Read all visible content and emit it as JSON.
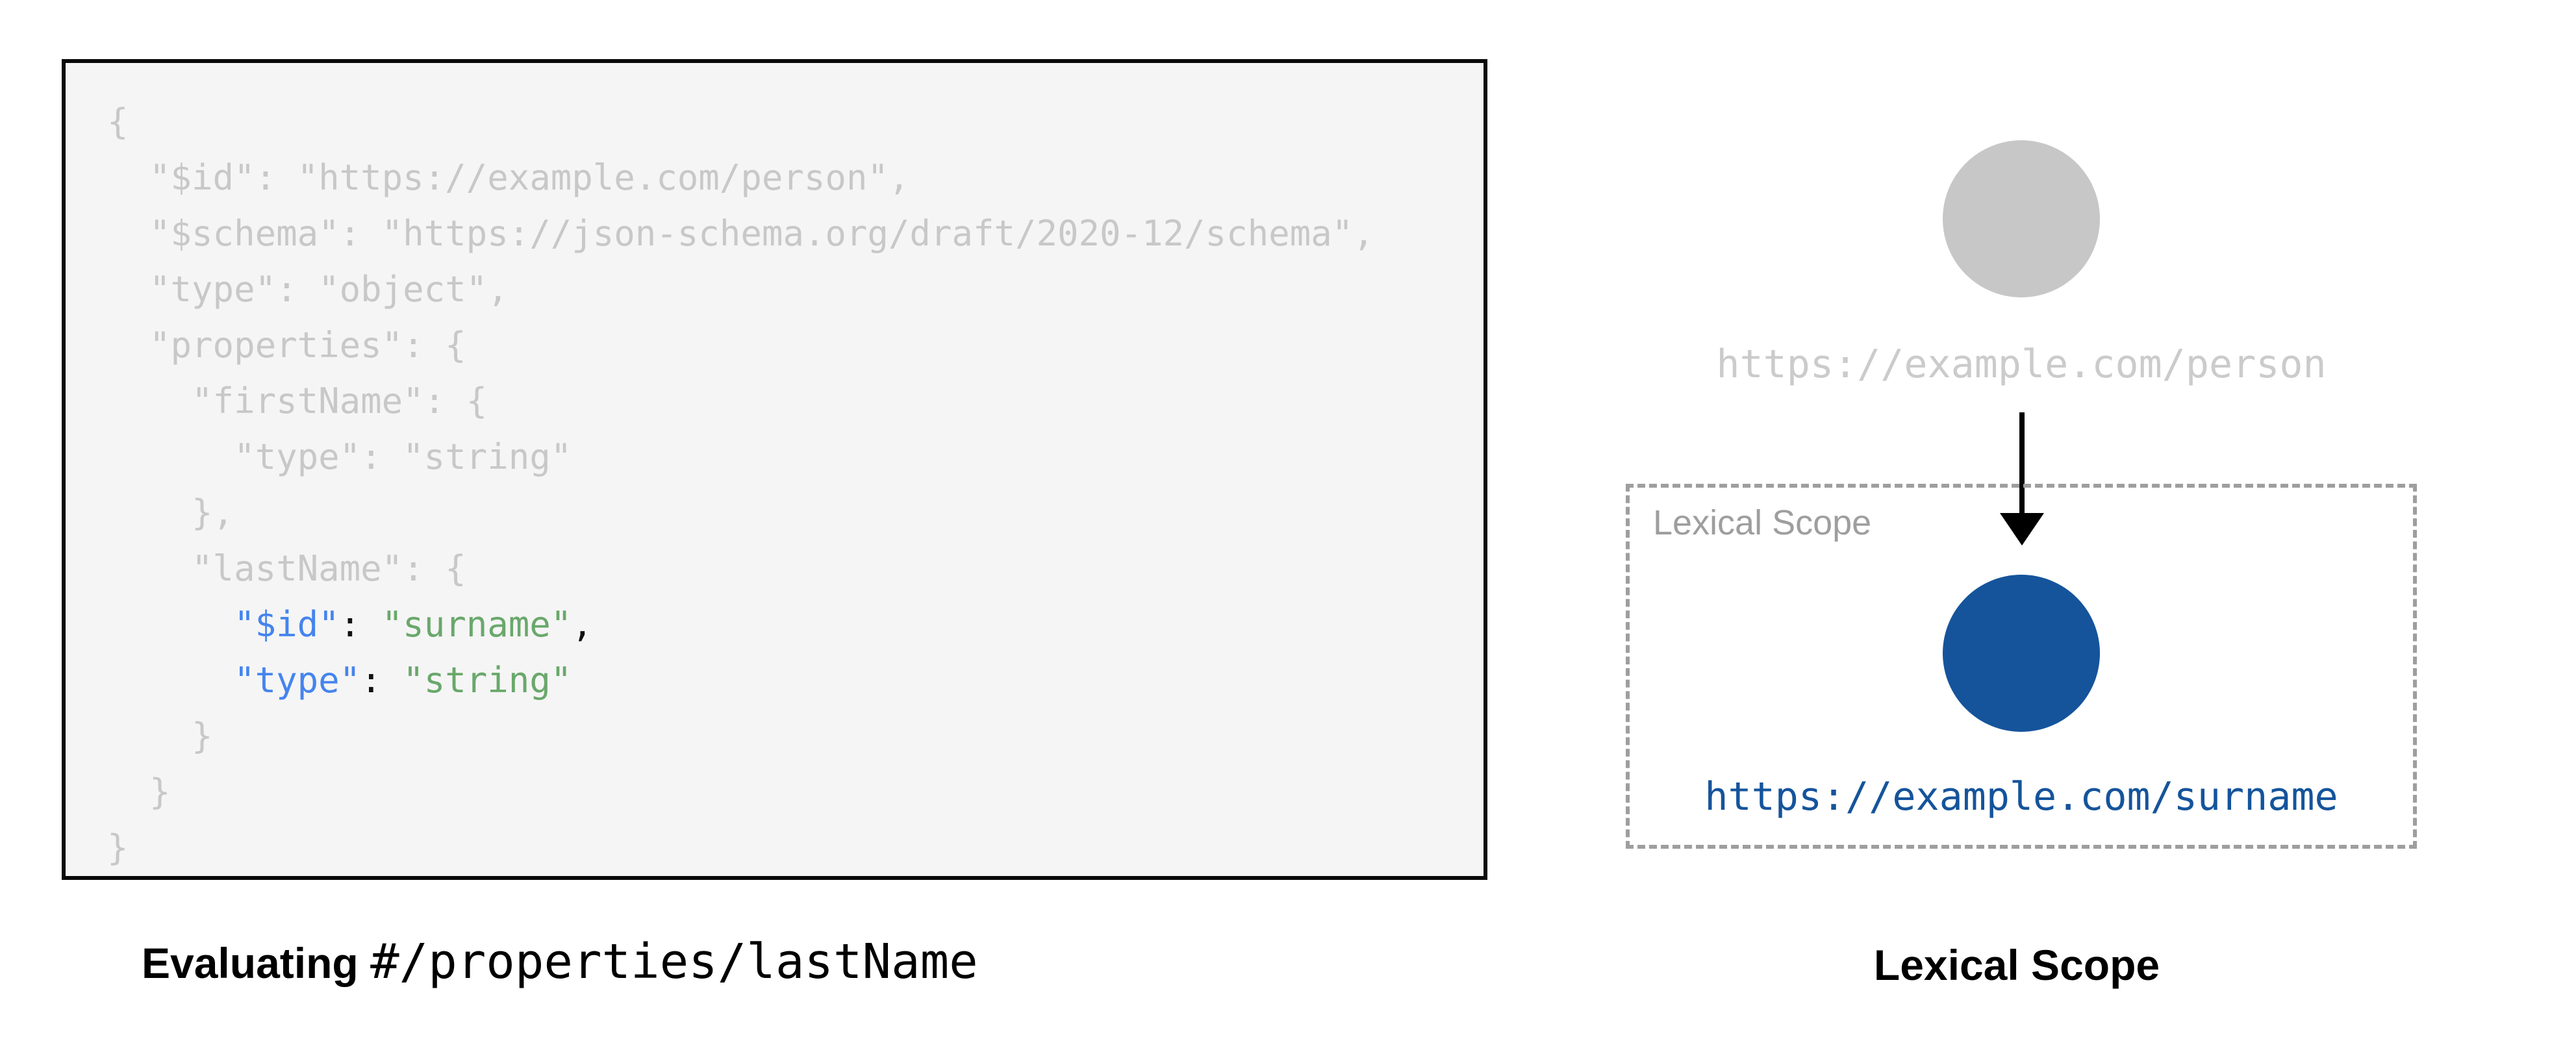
{
  "colors": {
    "panel_bg": "#f5f5f5",
    "panel_border": "#0a0a0a",
    "code_faded": "#c8c8c8",
    "code_key_blue": "#4584ee",
    "code_string_green": "#69a86b",
    "code_punct": "#111111",
    "gray_circle": "#c7c7c7",
    "gray_label": "#cbcbcb",
    "dashed_border": "#9e9e9e",
    "scope_label_gray": "#9e9e9e",
    "blue_circle": "#15549b",
    "blue_label": "#15549b",
    "arrow_black": "#000000"
  },
  "code_panel": {
    "lines": [
      {
        "segments": [
          {
            "type": "faded",
            "text": "{"
          }
        ]
      },
      {
        "segments": [
          {
            "type": "faded",
            "text": "  \"$id\": \"https://example.com/person\","
          }
        ]
      },
      {
        "segments": [
          {
            "type": "faded",
            "text": "  \"$schema\": \"https://json-schema.org/draft/2020-12/schema\","
          }
        ]
      },
      {
        "segments": [
          {
            "type": "faded",
            "text": "  \"type\": \"object\","
          }
        ]
      },
      {
        "segments": [
          {
            "type": "faded",
            "text": "  \"properties\": {"
          }
        ]
      },
      {
        "segments": [
          {
            "type": "faded",
            "text": "    \"firstName\": {"
          }
        ]
      },
      {
        "segments": [
          {
            "type": "faded",
            "text": "      \"type\": \"string\""
          }
        ]
      },
      {
        "segments": [
          {
            "type": "faded",
            "text": "    },"
          }
        ]
      },
      {
        "segments": [
          {
            "type": "faded",
            "text": "    \"lastName\": {"
          }
        ]
      },
      {
        "segments": [
          {
            "type": "faded",
            "text": "      "
          },
          {
            "type": "key",
            "text": "\"$id\""
          },
          {
            "type": "punct",
            "text": ": "
          },
          {
            "type": "str",
            "text": "\"surname\""
          },
          {
            "type": "punct",
            "text": ","
          }
        ]
      },
      {
        "segments": [
          {
            "type": "faded",
            "text": "      "
          },
          {
            "type": "key",
            "text": "\"type\""
          },
          {
            "type": "punct",
            "text": ": "
          },
          {
            "type": "str",
            "text": "\"string\""
          }
        ]
      },
      {
        "segments": [
          {
            "type": "faded",
            "text": "    }"
          }
        ]
      },
      {
        "segments": [
          {
            "type": "faded",
            "text": "  }"
          }
        ]
      },
      {
        "segments": [
          {
            "type": "faded",
            "text": "}"
          }
        ]
      }
    ]
  },
  "diagram": {
    "person_label": "https://example.com/person",
    "scope_box_label": "Lexical Scope",
    "surname_label": "https://example.com/surname"
  },
  "captions": {
    "left_prefix": "Evaluating",
    "left_pointer": "#/properties/lastName",
    "right": "Lexical Scope"
  }
}
